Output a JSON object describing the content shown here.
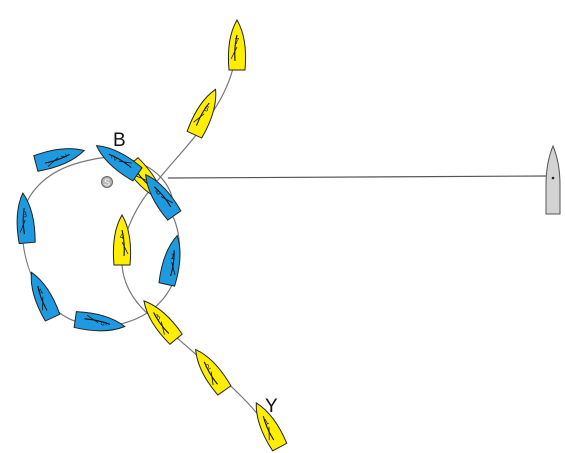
{
  "labels": {
    "blue": "B",
    "yellow": "Y",
    "mark": "S"
  },
  "colors": {
    "blue_boat": "#1e9be0",
    "yellow_boat": "#ffee00",
    "committee_boat": "#d3d3d3",
    "track": "#777777",
    "outline": "#222222",
    "sail": "#111111"
  },
  "blue_positions": [
    "1",
    "2",
    "3",
    "4",
    "5",
    "6",
    "7"
  ],
  "yellow_positions": [
    "1",
    "2",
    "3",
    "4",
    "5",
    "6",
    "7"
  ],
  "committee_boat": {
    "icon": "committee-boat-icon"
  },
  "starting_mark": {
    "icon": "starting-mark-icon"
  }
}
